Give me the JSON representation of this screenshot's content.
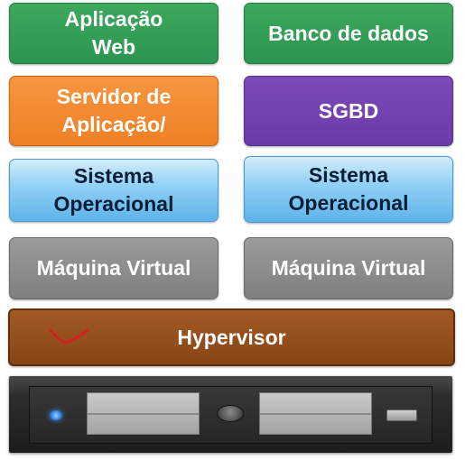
{
  "stack_left": {
    "application": "Aplicação\nWeb",
    "app_server": "Servidor de\nAplicação/",
    "os": "Sistema\nOperacional",
    "vm": "Máquina Virtual"
  },
  "stack_right": {
    "database": "Banco de dados",
    "dbms": "SGBD",
    "os": "Sistema\nOperacional",
    "vm": "Máquina Virtual"
  },
  "hypervisor": "Hypervisor",
  "colors": {
    "application": "#2e9b55",
    "app_server": "#f08a2f",
    "dbms": "#7142ad",
    "os": "#7cc6f1",
    "vm": "#8b8b8b",
    "hypervisor": "#8f4c19",
    "annotation": "#d42020"
  },
  "icons": {
    "hardware": "rack-server-icon",
    "annotation": "red-checkmark-annotation"
  }
}
